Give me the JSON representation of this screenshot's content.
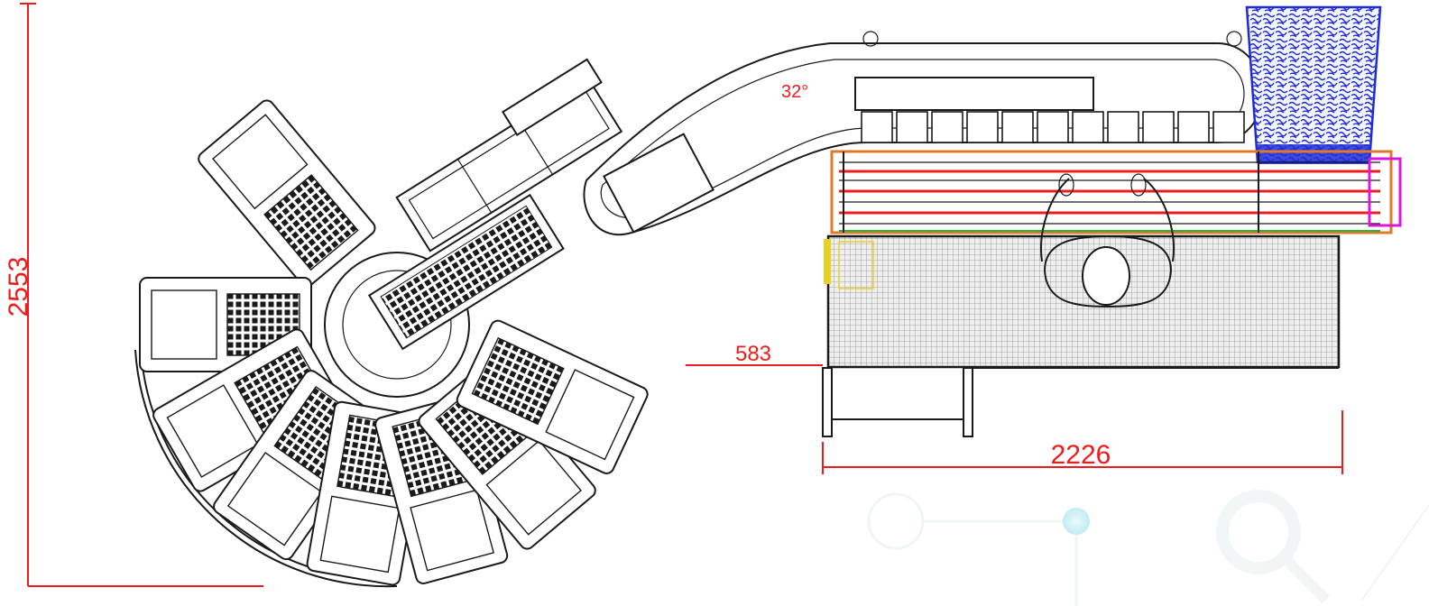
{
  "dimensions": {
    "total_height": "2553",
    "gap": "583",
    "conveyor_length": "2226",
    "angle": "32°"
  },
  "colors": {
    "dimension_red": "#ee1c1c",
    "bin_blue": "#1f2bd6",
    "frame_orange": "#e07a2a",
    "bracket_magenta": "#d81ad8",
    "marker_green": "#1fb83a",
    "marker_yellow": "#e6d21f",
    "mesh_gray": "#9a9a9a",
    "watermark_cyan": "#bfe9ef"
  },
  "icons": [
    "operator-figure",
    "collection-bin",
    "rotary-carousel",
    "curved-conveyor",
    "mesh-worktable"
  ]
}
